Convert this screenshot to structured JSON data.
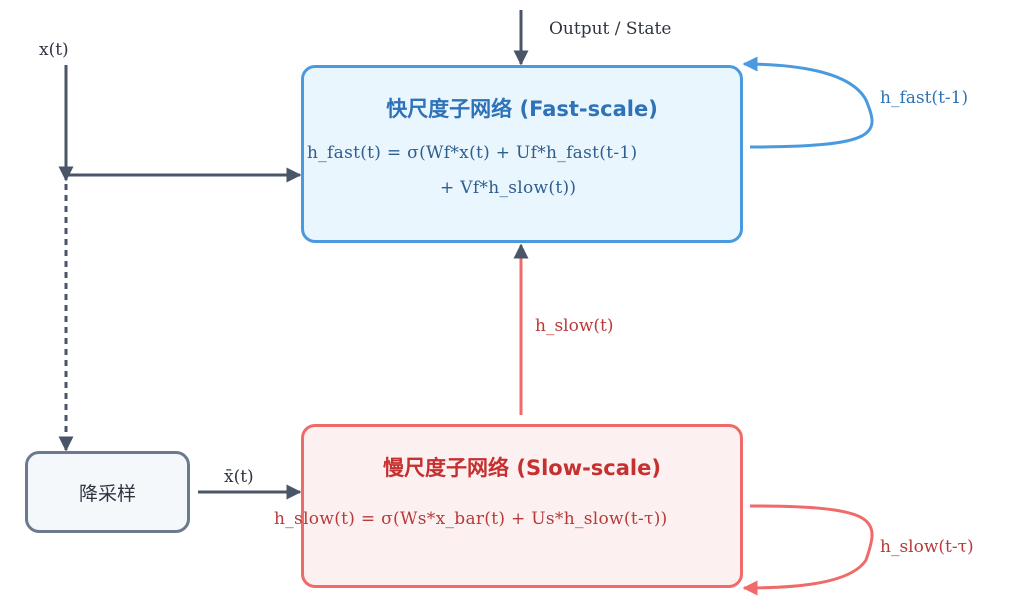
{
  "diagram": {
    "fast_network": {
      "title": "快尺度子网络 (Fast-scale)",
      "equation_line1": "h_fast(t) = σ(Wf*x(t) + Uf*h_fast(t-1)",
      "equation_line2": "+ Vf*h_slow(t))",
      "color": "#4a9ae0"
    },
    "slow_network": {
      "title": "慢尺度子网络 (Slow-scale)",
      "equation": "h_slow(t) = σ(Ws*x_bar(t) + Us*h_slow(t-τ))",
      "color": "#f06a6a"
    },
    "downsample": {
      "label": "降采样"
    },
    "labels": {
      "input": "x(t)",
      "output": "Output / State",
      "fast_recurrence": "h_fast(t-1)",
      "slow_to_fast": "h_slow(t)",
      "slow_recurrence": "h_slow(t-τ)",
      "downsampled_input": "x̄(t)"
    },
    "colors": {
      "arrow_dark": "#4a5568",
      "fast_accent": "#4a9ae0",
      "slow_accent": "#f06a6a"
    }
  }
}
